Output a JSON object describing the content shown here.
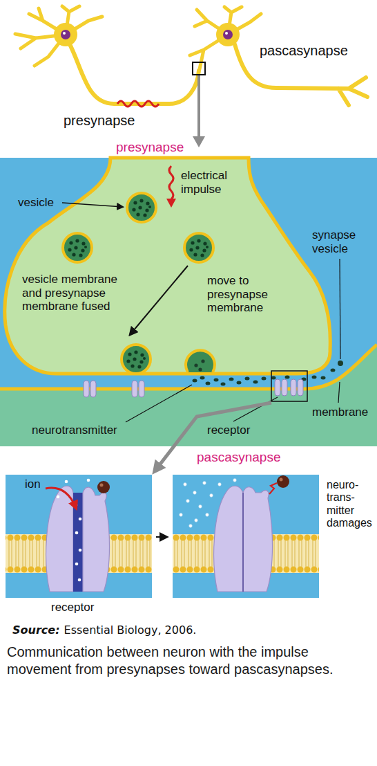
{
  "diagram": {
    "caption": "Communication between neuron with the impulse movement from presynapses toward pascasynapses.",
    "labels": [
      "pascasynapse",
      "presynapse",
      "presynapse",
      "electrical impulse",
      "vesicle",
      "synapse vesicle",
      "vesicle membrane and presynapse membrane fused",
      "move to presynapse membrane",
      "membrane",
      "neurotransmitter",
      "receptor",
      "pascasynapse",
      "ion",
      "receptor",
      "neuro- trans- mitter damages",
      "Source:",
      "Essential Biology, 2006."
    ]
  }
}
